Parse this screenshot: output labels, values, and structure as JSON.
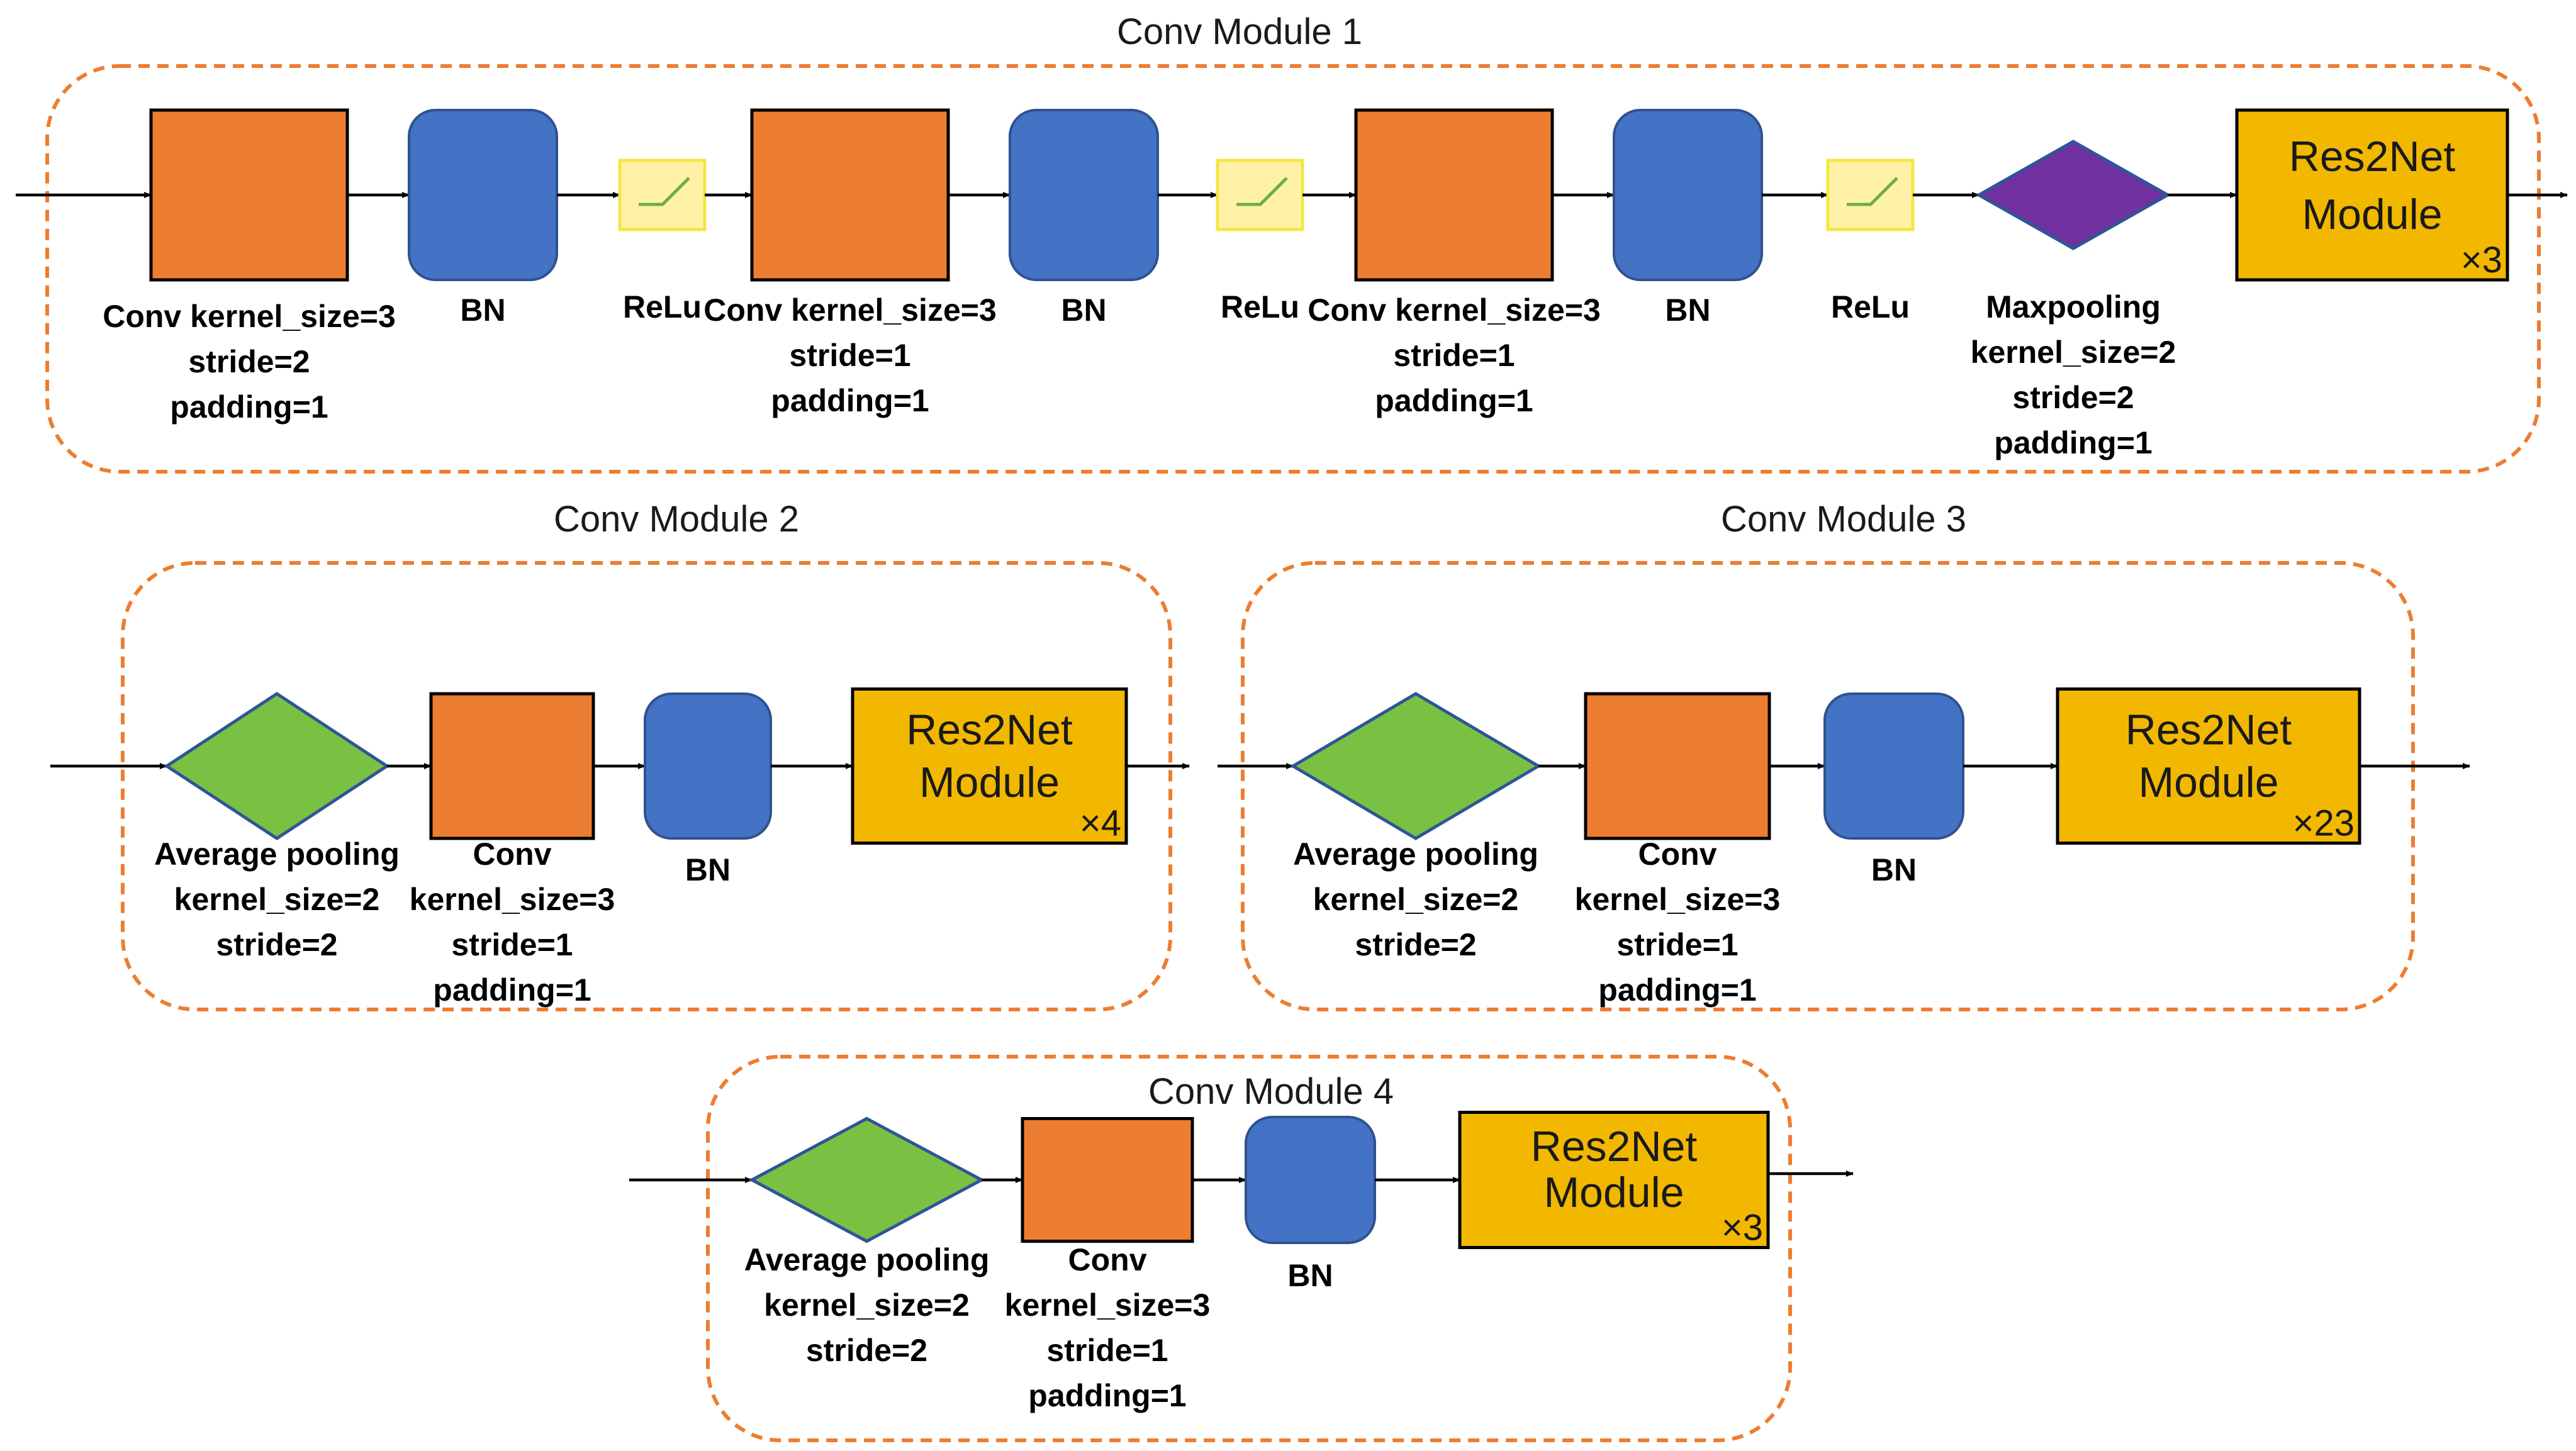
{
  "modules": [
    {
      "title": "Conv Module 1",
      "stages": [
        {
          "kind": "conv",
          "icon": "conv-block",
          "label": [
            "Conv kernel_size=3",
            "stride=2",
            "padding=1"
          ]
        },
        {
          "kind": "bn",
          "icon": "bn-block",
          "label": [
            "BN"
          ]
        },
        {
          "kind": "relu",
          "icon": "relu-icon",
          "label": [
            "ReLu"
          ]
        },
        {
          "kind": "conv",
          "icon": "conv-block",
          "label": [
            "Conv kernel_size=3",
            "stride=1",
            "padding=1"
          ]
        },
        {
          "kind": "bn",
          "icon": "bn-block",
          "label": [
            "BN"
          ]
        },
        {
          "kind": "relu",
          "icon": "relu-icon",
          "label": [
            "ReLu"
          ]
        },
        {
          "kind": "conv",
          "icon": "conv-block",
          "label": [
            "Conv kernel_size=3",
            "stride=1",
            "padding=1"
          ]
        },
        {
          "kind": "bn",
          "icon": "bn-block",
          "label": [
            "BN"
          ]
        },
        {
          "kind": "relu",
          "icon": "relu-icon",
          "label": [
            "ReLu"
          ]
        },
        {
          "kind": "maxpool",
          "icon": "diamond",
          "label": [
            "Maxpooling",
            "kernel_size=2",
            "stride=2",
            "padding=1"
          ]
        },
        {
          "kind": "res2net",
          "icon": "res2net-block",
          "text": [
            "Res2Net",
            "Module"
          ],
          "repeat": "×3"
        }
      ]
    },
    {
      "title": "Conv Module 2",
      "stages": [
        {
          "kind": "avgpool",
          "icon": "diamond",
          "label": [
            "Average pooling",
            "kernel_size=2",
            "stride=2"
          ]
        },
        {
          "kind": "conv",
          "icon": "conv-block",
          "label": [
            "Conv",
            "kernel_size=3",
            "stride=1",
            "padding=1"
          ]
        },
        {
          "kind": "bn",
          "icon": "bn-block",
          "label": [
            "BN"
          ]
        },
        {
          "kind": "res2net",
          "icon": "res2net-block",
          "text": [
            "Res2Net",
            "Module"
          ],
          "repeat": "×4"
        }
      ]
    },
    {
      "title": "Conv Module 3",
      "stages": [
        {
          "kind": "avgpool",
          "icon": "diamond",
          "label": [
            "Average pooling",
            "kernel_size=2",
            "stride=2"
          ]
        },
        {
          "kind": "conv",
          "icon": "conv-block",
          "label": [
            "Conv",
            "kernel_size=3",
            "stride=1",
            "padding=1"
          ]
        },
        {
          "kind": "bn",
          "icon": "bn-block",
          "label": [
            "BN"
          ]
        },
        {
          "kind": "res2net",
          "icon": "res2net-block",
          "text": [
            "Res2Net",
            "Module"
          ],
          "repeat": "×23"
        }
      ]
    },
    {
      "title": "Conv Module 4",
      "stages": [
        {
          "kind": "avgpool",
          "icon": "diamond",
          "label": [
            "Average pooling",
            "kernel_size=2",
            "stride=2"
          ]
        },
        {
          "kind": "conv",
          "icon": "conv-block",
          "label": [
            "Conv",
            "kernel_size=3",
            "stride=1",
            "padding=1"
          ]
        },
        {
          "kind": "bn",
          "icon": "bn-block",
          "label": [
            "BN"
          ]
        },
        {
          "kind": "res2net",
          "icon": "res2net-block",
          "text": [
            "Res2Net",
            "Module"
          ],
          "repeat": "×3"
        }
      ]
    }
  ],
  "colors": {
    "conv": "#ED7D31",
    "bn": "#4472C4",
    "relu_fill": "#FFF2A8",
    "relu_curve": "#70AD47",
    "avgpool": "#7AC143",
    "maxpool": "#7030A0",
    "res2net": "#F2B800",
    "frame": "#ED7D31"
  }
}
